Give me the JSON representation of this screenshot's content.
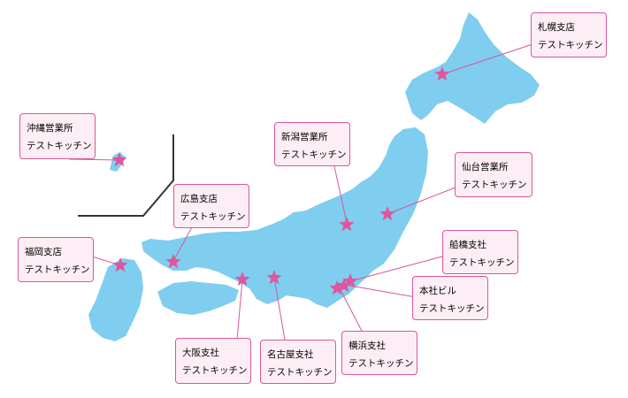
{
  "colors": {
    "land": "#7fcdef",
    "star": "#e0559c",
    "box_fill": "#fdeef5",
    "box_border": "#d9569b",
    "connector": "#d9569b",
    "divider": "#333333"
  },
  "sites": [
    {
      "id": "sapporo",
      "name": "札幌支店",
      "sub": "テストキッチン"
    },
    {
      "id": "okinawa",
      "name": "沖縄営業所",
      "sub": "テストキッチン"
    },
    {
      "id": "niigata",
      "name": "新潟営業所",
      "sub": "テストキッチン"
    },
    {
      "id": "sendai",
      "name": "仙台営業所",
      "sub": "テストキッチン"
    },
    {
      "id": "hiroshima",
      "name": "広島支店",
      "sub": "テストキッチン"
    },
    {
      "id": "fukuoka",
      "name": "福岡支店",
      "sub": "テストキッチン"
    },
    {
      "id": "funabashi",
      "name": "船橋支社",
      "sub": "テストキッチン"
    },
    {
      "id": "honsha",
      "name": "本社ビル",
      "sub": "テストキッチン"
    },
    {
      "id": "osaka",
      "name": "大阪支社",
      "sub": "テストキッチン"
    },
    {
      "id": "nagoya",
      "name": "名古屋支社",
      "sub": "テストキッチン"
    },
    {
      "id": "yokohama",
      "name": "横浜支社",
      "sub": "テストキッチン"
    }
  ]
}
